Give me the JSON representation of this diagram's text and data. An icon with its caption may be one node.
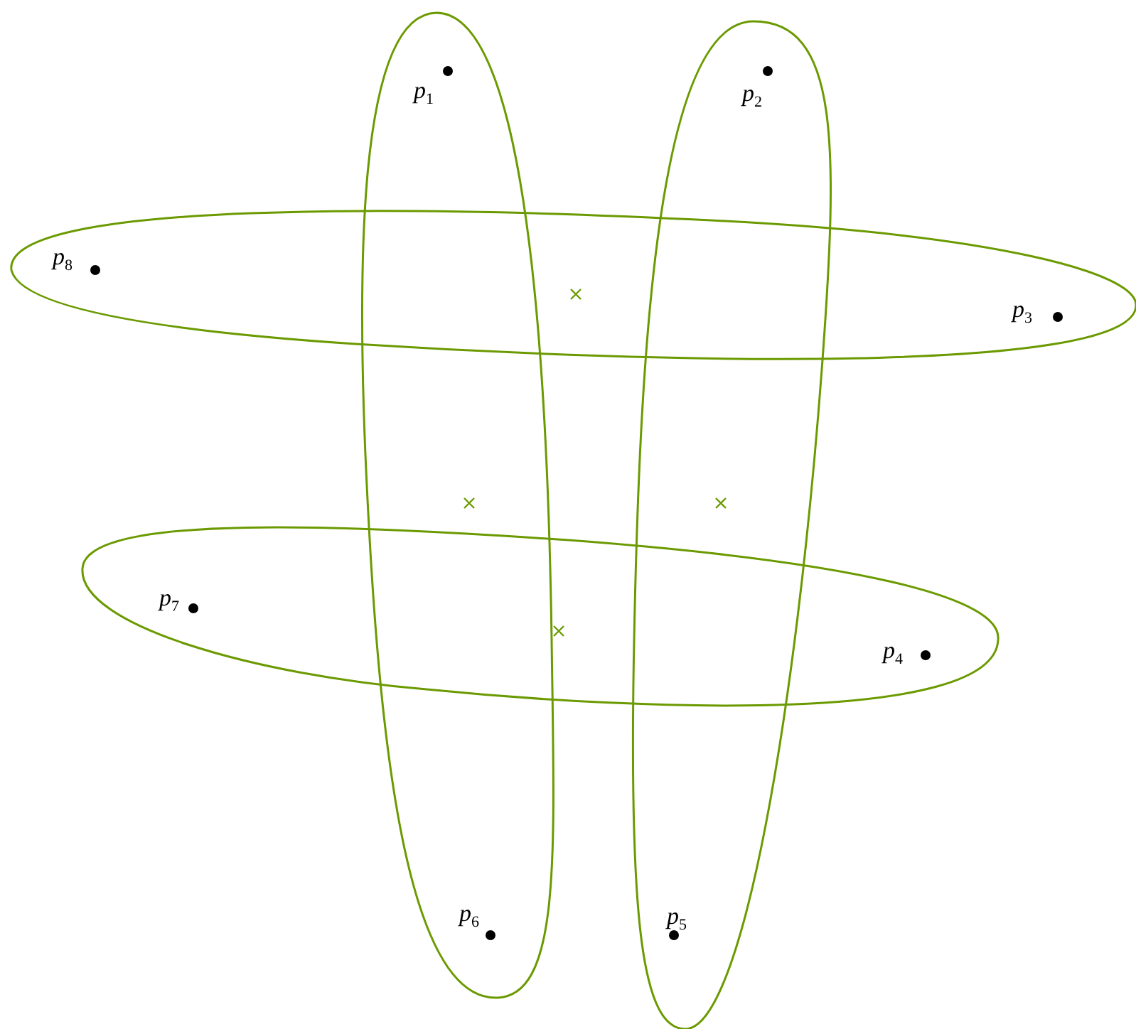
{
  "diagram": {
    "labels": [
      "p$_{1}$",
      "p$_{2}$",
      "p$_{8}$",
      "p$_{3}$",
      "p$_{7}$",
      "p$_{4}$",
      "p$_{6}$",
      "p$_{5}$"
    ]
  }
}
